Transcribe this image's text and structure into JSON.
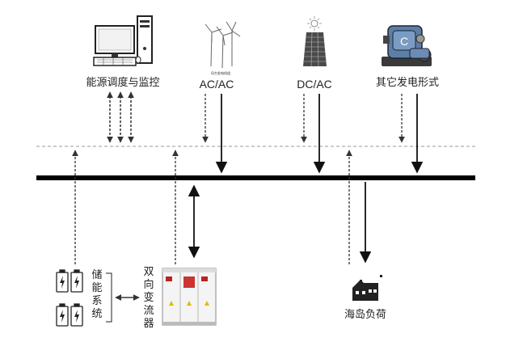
{
  "title": "",
  "nodes": {
    "energy_dispatch": {
      "label": "能源调度与监控",
      "icon": "computer-icon"
    },
    "wind": {
      "label": "AC/AC",
      "icon": "wind-turbine-icon",
      "caption": "风力发电机组"
    },
    "solar": {
      "label": "DC/AC",
      "icon": "solar-panel-icon"
    },
    "other_gen": {
      "label": "其它发电形式",
      "icon": "generator-icon"
    },
    "storage": {
      "label_lines": [
        "储",
        "能",
        "系",
        "统"
      ],
      "icon": "battery-icon"
    },
    "converter": {
      "label_lines": [
        "双",
        "向",
        "变",
        "流",
        "器"
      ],
      "icon": "cabinet-icon"
    },
    "island_load": {
      "label": "海岛负荷",
      "icon": "house-icon"
    }
  },
  "colors": {
    "bus": "#000000",
    "line": "#111111",
    "dashed": "#555555",
    "comm_bus": "#9a9a9a"
  }
}
